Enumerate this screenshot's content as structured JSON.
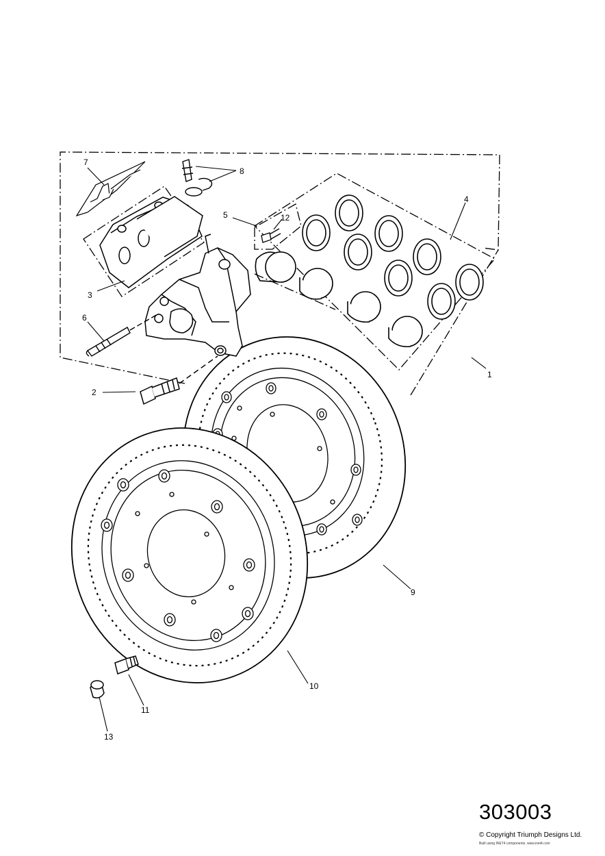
{
  "callouts": [
    "1",
    "2",
    "3",
    "4",
    "5",
    "6",
    "7",
    "8",
    "9",
    "10",
    "11",
    "12",
    "13"
  ],
  "diagram_number": "303003",
  "copyright": "© Copyright Triumph Designs Ltd.",
  "built_with": "Built using INET4 components. www.inet4.com"
}
